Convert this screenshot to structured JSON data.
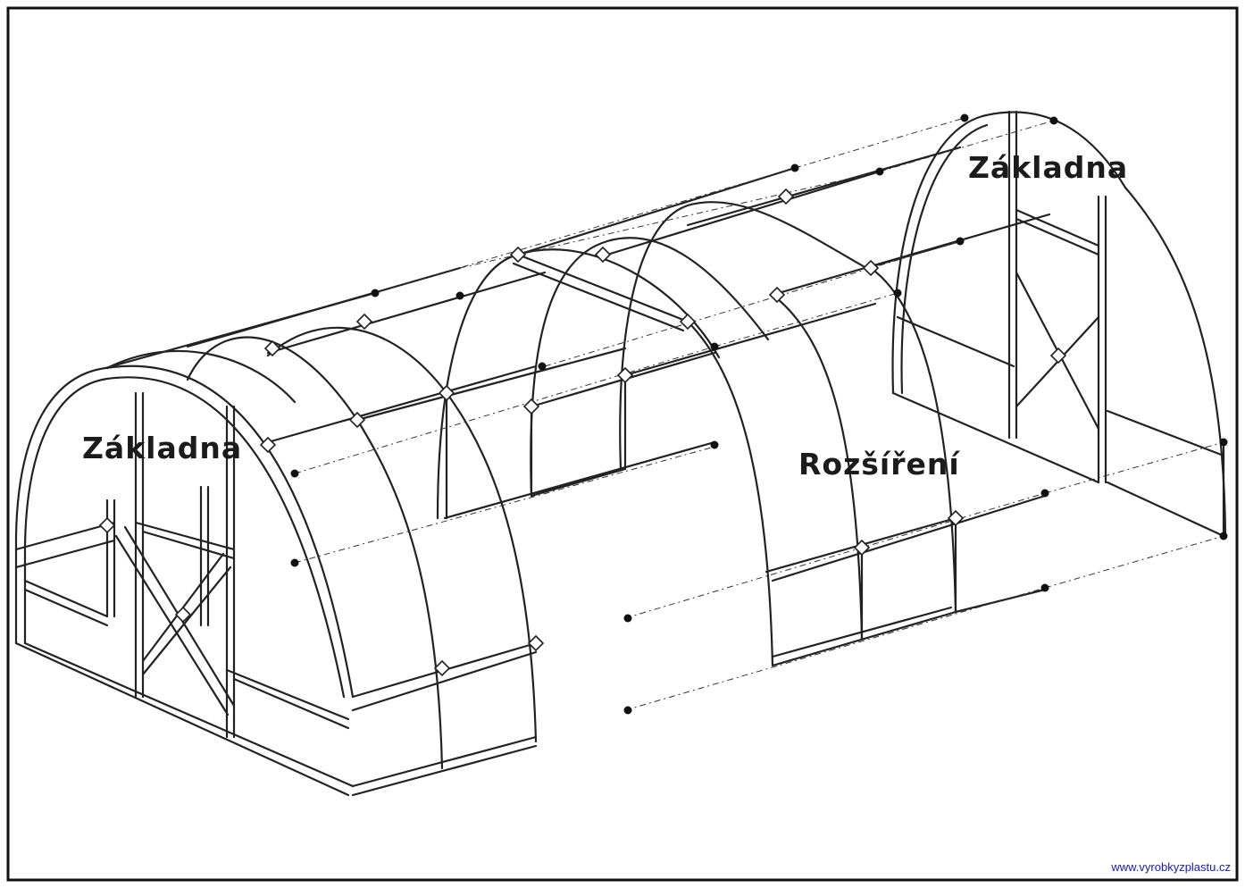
{
  "labels": {
    "front_section": "Základna",
    "back_section": "Základna",
    "extension_section": "Rozšíření"
  },
  "watermark": {
    "url": "www.vyrobkyzplastu.cz",
    "color": "#1a1aa8"
  },
  "colors": {
    "line": "#222222",
    "border": "#111111",
    "background": "#ffffff"
  }
}
